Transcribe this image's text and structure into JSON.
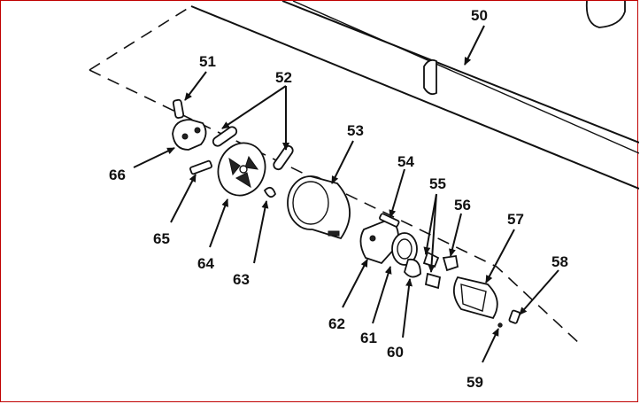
{
  "diagram": {
    "labels": {
      "l50": "50",
      "l51": "51",
      "l52": "52",
      "l53": "53",
      "l54": "54",
      "l55": "55",
      "l56": "56",
      "l57": "57",
      "l58": "58",
      "l59": "59",
      "l60": "60",
      "l61": "61",
      "l62": "62",
      "l63": "63",
      "l64": "64",
      "l65": "65",
      "l66": "66"
    }
  }
}
